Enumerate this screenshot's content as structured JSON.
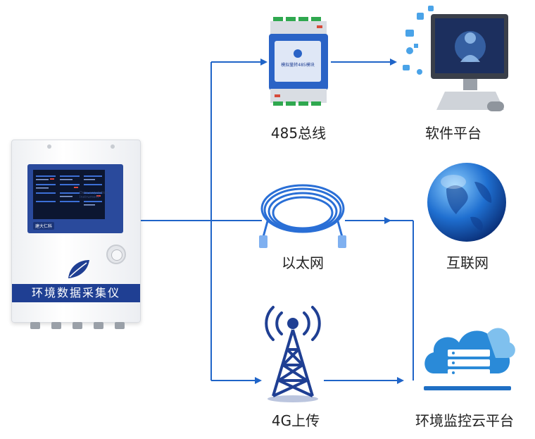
{
  "device": {
    "name": "环境数据采集仪",
    "screen_caption": "Data acquisition Instrument",
    "brand": "建大仁科"
  },
  "module": {
    "name": "模拟量转485模块"
  },
  "labels": {
    "bus485": "485总线",
    "software": "软件平台",
    "ethernet": "以太网",
    "internet": "互联网",
    "g4": "4G上传",
    "cloud": "环境监控云平台"
  },
  "colors": {
    "wire": "#1f64c8",
    "device_band": "#1f3f93"
  }
}
